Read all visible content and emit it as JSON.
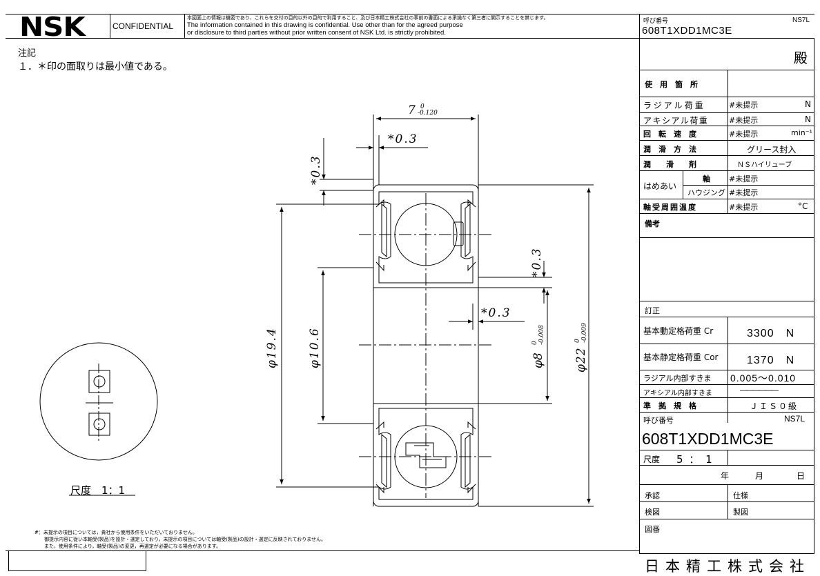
{
  "header": {
    "logo": "NSK",
    "confidential": "CONFIDENTIAL",
    "notice_jp": "本図面上の情報は機密であり、これらを交付の目的以外の目的で利用すること、及び日本精工株式会社の事前の書面による承諾なく第三者に開示することを禁じます。",
    "notice_en_1": "The information contained in this drawing is confidential. Use other than for the agreed purpose",
    "notice_en_2": "or disclosure to third parties without prior written consent of NSK Ltd. is strictly prohibited.",
    "ref_label": "呼び番号",
    "ref_code": "NS7L",
    "part_number": "608T1XDD1MC3E"
  },
  "notes": {
    "title": "注記",
    "line1": "１．＊印の面取りは最小値である。"
  },
  "dimensions": {
    "width": "7",
    "width_tol_upper": "0",
    "width_tol_lower": "-0.120",
    "chamfer_1": "*0.3",
    "chamfer_2": "*0.3",
    "chamfer_3": "*0.3",
    "chamfer_4": "*0.3",
    "d_19_4": "φ19.4",
    "d_10_6": "φ10.6",
    "bore": "φ8",
    "bore_tol_upper": "0",
    "bore_tol_lower": "-0.008",
    "outer": "φ22",
    "outer_tol_upper": "0",
    "outer_tol_lower": "-0.009"
  },
  "scale_small": "尺度　1：1",
  "footnotes": {
    "line1": "#：未提示の項目については，貴社から使用条件をいただいておりません。",
    "line2": "御提示内容に従い本軸受(製品)を設計・選定しており，未提示の項目については軸受(製品)の設計・選定に反映されておりません。",
    "line3": "また，使用条件により，軸受(製品)の変更，再選定が必要になる場合があります。"
  },
  "right_panel": {
    "addressee_suffix": "殿",
    "rows": [
      {
        "label": "使　用　箇　所",
        "value": ""
      },
      {
        "label": "ラジアル荷重",
        "value": "#未提示",
        "unit": "N"
      },
      {
        "label": "アキシアル荷重",
        "value": "#未提示",
        "unit": "N"
      },
      {
        "label": "回　転　速　度",
        "value": "#未提示",
        "unit": "min⁻¹"
      },
      {
        "label": "潤　滑　方　法",
        "value": "グリース封入",
        "unit": ""
      },
      {
        "label": "潤　　滑　　剤",
        "value": "ＮＳハイリューブ",
        "unit": ""
      }
    ],
    "fit_label": "はめあい",
    "fit_shaft_label": "軸",
    "fit_shaft_value": "#未提示",
    "fit_housing_label": "ハウジング",
    "fit_housing_value": "#未提示",
    "temp_label": "軸受周囲温度",
    "temp_value": "#未提示",
    "temp_unit": "°C",
    "remarks_label": "備考",
    "revision_label": "訂正",
    "dyn_label": "基本動定格荷重 Cr",
    "dyn_value": "3300　N",
    "stat_label": "基本静定格荷重 Cor",
    "stat_value": "1370　N",
    "radial_clear_label": "ラジアル内部すきま",
    "radial_clear_value": "0.005～0.010",
    "axial_clear_label": "アキシアル内部すきま",
    "axial_clear_value": "――――――",
    "standard_label": "準　拠　規　格",
    "standard_value": "ＪＩＳ０級",
    "ref_label": "呼び番号",
    "ref_code": "NS7L",
    "part_number": "608T1XDD1MC3E",
    "scale_label": "尺度",
    "scale_value": "5 ： 1",
    "date_year": "年",
    "date_month": "月",
    "date_day": "日",
    "approved": "承認",
    "spec": "仕様",
    "checked": "検図",
    "drawn": "製図",
    "drawing_no": "図番",
    "company": "日本精工株式会社"
  }
}
